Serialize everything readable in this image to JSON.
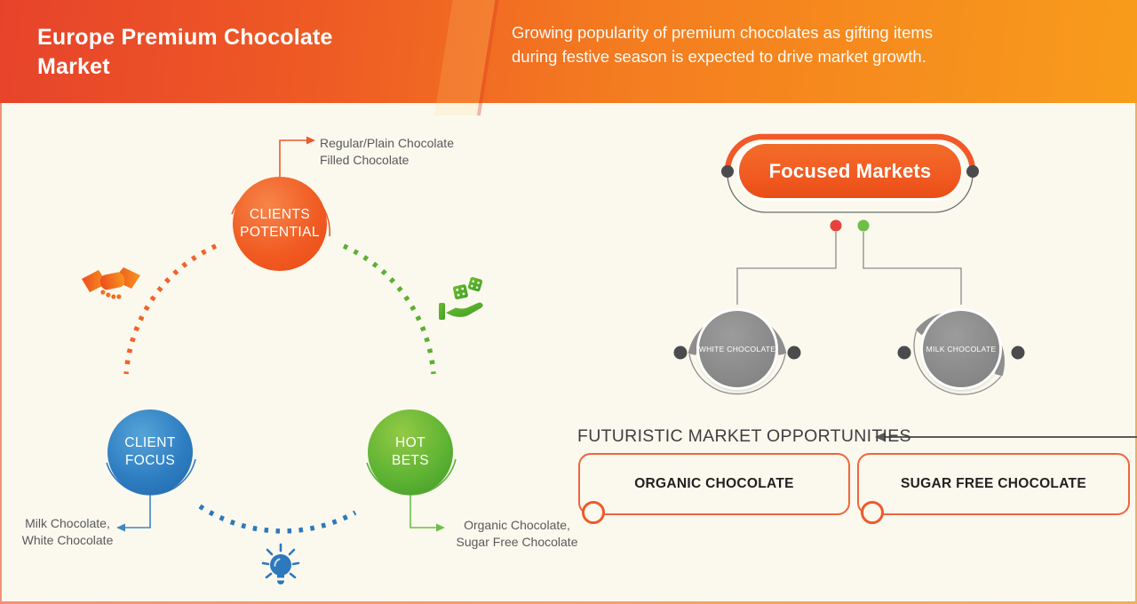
{
  "header": {
    "title": "Europe Premium Chocolate Market",
    "subtitle_line1": "Growing popularity of premium chocolates as gifting items",
    "subtitle_line2": "during festive season is expected to drive market growth."
  },
  "cycle": {
    "nodes": [
      {
        "line1": "CLIENTS",
        "line2": "POTENTIAL",
        "color": "#F1582A",
        "callout_line1": "Regular/Plain Chocolate",
        "callout_line2": "Filled Chocolate"
      },
      {
        "line1": "CLIENT",
        "line2": "FOCUS",
        "color": "#2E78BD",
        "callout_line1": "Milk Chocolate,",
        "callout_line2": "White Chocolate"
      },
      {
        "line1": "HOT",
        "line2": "BETS",
        "color": "#59B33A",
        "callout_line1": "Organic Chocolate,",
        "callout_line2": "Sugar Free Chocolate"
      }
    ],
    "icons": [
      "handshake-icon",
      "dice-hand-icon",
      "lightbulb-icon"
    ]
  },
  "focused_markets": {
    "title": "Focused Markets",
    "accent": "#F1582A",
    "legend_dot_colors": [
      "#E8413C",
      "#6CBF47"
    ],
    "children": [
      {
        "label": "WHITE CHOCOLATE"
      },
      {
        "label": "MILK CHOCOLATE"
      }
    ]
  },
  "opportunities": {
    "heading": "FUTURISTIC MARKET OPPORTUNITIES",
    "items": [
      {
        "label": "ORGANIC CHOCOLATE"
      },
      {
        "label": "SUGAR FREE CHOCOLATE"
      }
    ],
    "border_color": "#F0653E"
  },
  "colors": {
    "background": "#FBF9EE",
    "header_gradient_start": "#E7432B",
    "header_gradient_end": "#F89C1B",
    "gray_node": "#8F8F8F",
    "text_gray": "#58595B"
  }
}
